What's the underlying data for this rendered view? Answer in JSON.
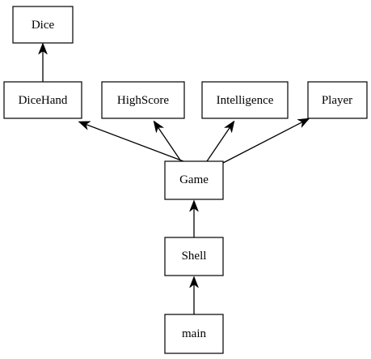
{
  "diagram": {
    "nodes": [
      {
        "id": "dice",
        "label": "Dice"
      },
      {
        "id": "dicehand",
        "label": "DiceHand"
      },
      {
        "id": "highscore",
        "label": "HighScore"
      },
      {
        "id": "intelligence",
        "label": "Intelligence"
      },
      {
        "id": "player",
        "label": "Player"
      },
      {
        "id": "game",
        "label": "Game"
      },
      {
        "id": "shell",
        "label": "Shell"
      },
      {
        "id": "main",
        "label": "main"
      }
    ],
    "edges": [
      {
        "from": "dicehand",
        "to": "dice"
      },
      {
        "from": "game",
        "to": "dicehand"
      },
      {
        "from": "game",
        "to": "highscore"
      },
      {
        "from": "game",
        "to": "intelligence"
      },
      {
        "from": "game",
        "to": "player"
      },
      {
        "from": "shell",
        "to": "game"
      },
      {
        "from": "main",
        "to": "shell"
      }
    ]
  }
}
